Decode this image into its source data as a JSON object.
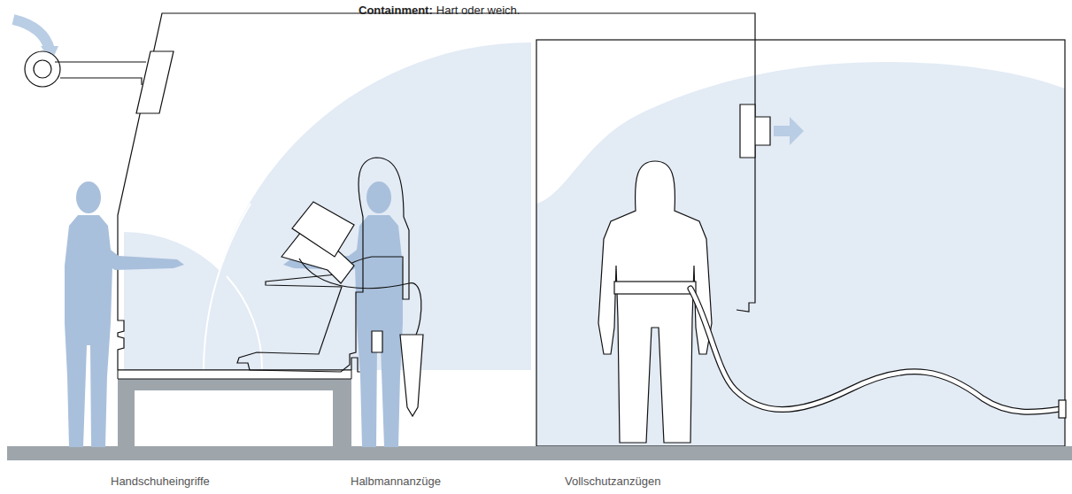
{
  "diagram": {
    "labels": [
      "Containment:",
      "Hart oder weich.",
      "Handschuheingriffe",
      "Halbmannanzüge",
      "Vollschutzanzügen"
    ]
  }
}
